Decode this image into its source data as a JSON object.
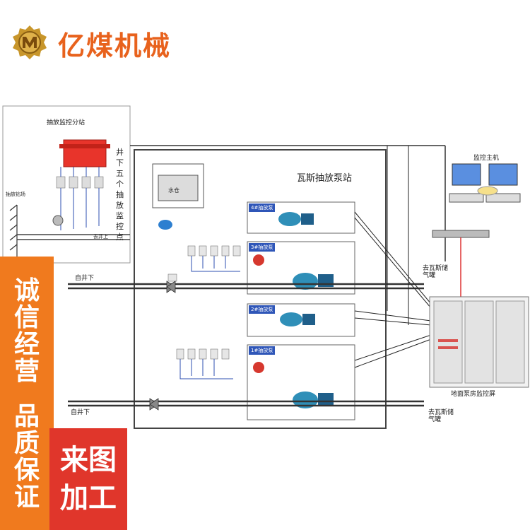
{
  "brand": {
    "name": "亿煤机械",
    "logo_icon": "gear-crest-icon",
    "accent": "#e8621d"
  },
  "diagram": {
    "substation_title": "抽放监控分站",
    "drill_field": "抽放钻场",
    "to_shaft": "去井上",
    "vertical_note": "井下五个抽放监控点",
    "station_title": "瓦斯抽放泵站",
    "water_tank": "水仓",
    "pump4": "4#抽放泵",
    "pump3": "3#抽放泵",
    "pump2": "2#抽放泵",
    "pump1": "1#抽放泵",
    "from_well_1": "自井下",
    "from_well_2": "自井下",
    "to_tank_1": "去瓦斯储气罐",
    "to_tank_2": "去瓦斯储气罐",
    "host_title": "监控主机",
    "screen_title": "地面泵房监控屏"
  },
  "sidebar": {
    "line1": "诚信经营",
    "line2": "品质保证",
    "accent": "#f07a1e"
  },
  "badge": {
    "line1": "来图",
    "line2": "加工",
    "accent": "#e0362b"
  }
}
